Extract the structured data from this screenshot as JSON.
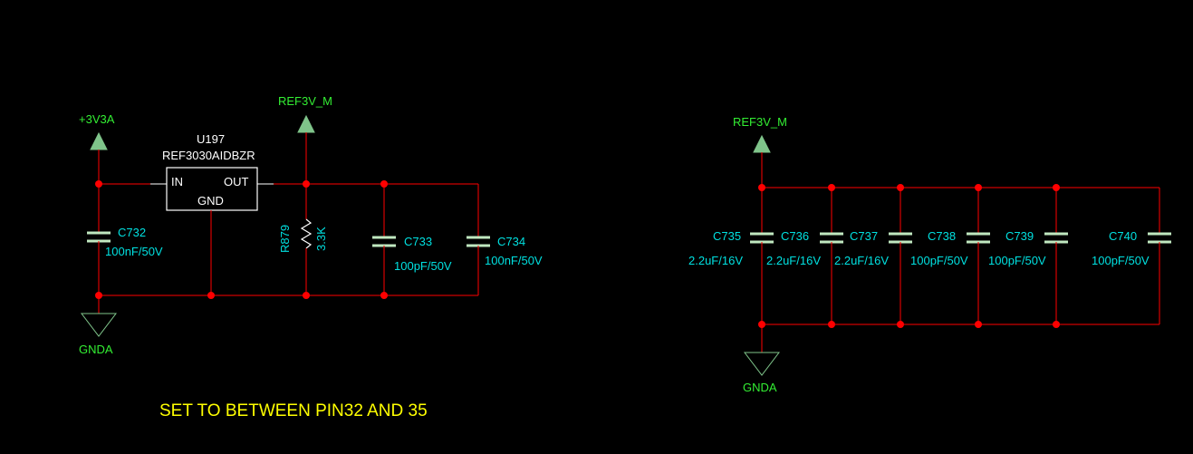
{
  "colors": {
    "background": "#000000",
    "wire": "#ff0000",
    "net_label": "#33ee33",
    "ref_label": "#00e0e0",
    "note": "#ffff00",
    "device": "#ffffff"
  },
  "left": {
    "power_in": "+3V3A",
    "power_out": "REF3V_M",
    "ground": "GNDA",
    "u197": {
      "ref": "U197",
      "value": "REF3030AIDBZR",
      "pin_in": "IN",
      "pin_out": "OUT",
      "pin_gnd": "GND"
    },
    "c732": {
      "ref": "C732",
      "value": "100nF/50V"
    },
    "r879": {
      "ref": "R879",
      "value": "3.3K"
    },
    "c733": {
      "ref": "C733",
      "value": "100pF/50V"
    },
    "c734": {
      "ref": "C734",
      "value": "100nF/50V"
    }
  },
  "right": {
    "power": "REF3V_M",
    "ground": "GNDA",
    "caps": [
      {
        "ref": "C735",
        "value": "2.2uF/16V"
      },
      {
        "ref": "C736",
        "value": "2.2uF/16V"
      },
      {
        "ref": "C737",
        "value": "2.2uF/16V"
      },
      {
        "ref": "C738",
        "value": "100pF/50V"
      },
      {
        "ref": "C739",
        "value": "100pF/50V"
      },
      {
        "ref": "C740",
        "value": "100pF/50V"
      }
    ]
  },
  "note": "SET TO BETWEEN PIN32 AND 35"
}
